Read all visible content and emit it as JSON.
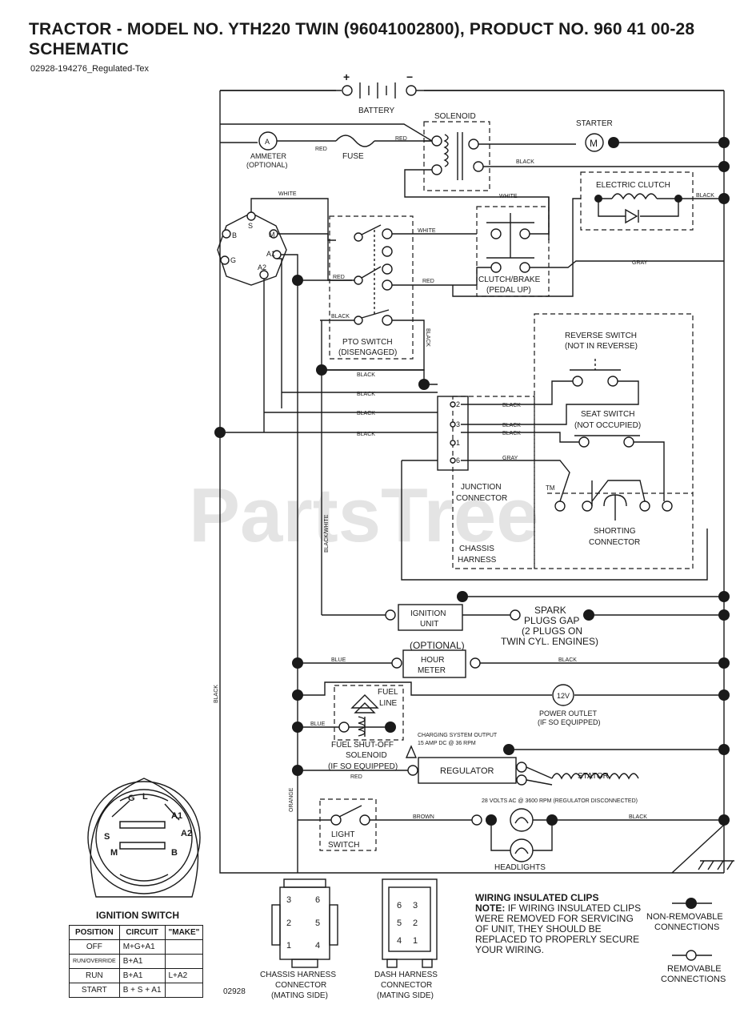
{
  "header": {
    "title_line1": "TRACTOR - MODEL NO. YTH220 TWIN (96041002800), PRODUCT NO. 960 41 00-28",
    "title_line2": "SCHEMATIC",
    "subtitle": "02928-194276_Regulated-Tex"
  },
  "watermark": "PartsTree",
  "watermark_tm": "TM",
  "components": {
    "battery": "BATTERY",
    "battery_plus": "+",
    "battery_minus": "−",
    "solenoid": "SOLENOID",
    "starter": "STARTER",
    "starter_symbol": "M",
    "ammeter_symbol": "A",
    "ammeter_1": "AMMETER",
    "ammeter_2": "(OPTIONAL)",
    "fuse": "FUSE",
    "electric_clutch": "ELECTRIC CLUTCH",
    "clutch_brake_1": "CLUTCH/BRAKE",
    "clutch_brake_2": "(PEDAL UP)",
    "pto_switch_1": "PTO SWITCH",
    "pto_switch_2": "(DISENGAGED)",
    "reverse_switch_1": "REVERSE SWITCH",
    "reverse_switch_2": "(NOT IN REVERSE)",
    "seat_switch_1": "SEAT SWITCH",
    "seat_switch_2": "(NOT OCCUPIED)",
    "junction_1": "JUNCTION",
    "junction_2": "CONNECTOR",
    "shorting_1": "SHORTING",
    "shorting_2": "CONNECTOR",
    "chassis_harness_1": "CHASSIS",
    "chassis_harness_2": "HARNESS",
    "ignition_unit_1": "IGNITION",
    "ignition_unit_2": "UNIT",
    "spark_1": "SPARK",
    "spark_2": "PLUGS GAP",
    "spark_3": "(2 PLUGS ON",
    "spark_4": "TWIN CYL. ENGINES)",
    "optional": "(OPTIONAL)",
    "hour_meter_1": "HOUR",
    "hour_meter_2": "METER",
    "fuel_line_1": "FUEL",
    "fuel_line_2": "LINE",
    "power_outlet_symbol": "12V",
    "power_outlet_1": "POWER OUTLET",
    "power_outlet_2": "(IF SO EQUIPPED)",
    "fuel_solenoid_1": "FUEL SHUT-OFF",
    "fuel_solenoid_2": "SOLENOID",
    "fuel_solenoid_3": "(IF SO EQUIPPED)",
    "charging_1": "CHARGING SYSTEM OUTPUT",
    "charging_2": "15 AMP DC @ 36 RPM",
    "regulator": "REGULATOR",
    "stator": "STATOR",
    "stator_note": "28 VOLTS AC @ 3600 RPM (REGULATOR DISCONNECTED)",
    "light_switch_1": "LIGHT",
    "light_switch_2": "SWITCH",
    "headlights": "HEADLIGHTS"
  },
  "wire_labels": {
    "red": "RED",
    "black": "BLACK",
    "white": "WHITE",
    "gray": "GRAY",
    "blue": "BLUE",
    "orange": "ORANGE",
    "brown": "BROWN",
    "black_white": "BLACK/WHITE"
  },
  "ignition_terminals": [
    "B",
    "S",
    "M",
    "A1",
    "G",
    "A2"
  ],
  "junction_pins": [
    "2",
    "3",
    "1",
    "6"
  ],
  "ignition_switch": {
    "title": "IGNITION SWITCH",
    "face_letters": [
      "G",
      "L",
      "A1",
      "S",
      "A2",
      "M",
      "B"
    ],
    "headers": [
      "POSITION",
      "CIRCUIT",
      "\"MAKE\""
    ],
    "rows": [
      {
        "position": "OFF",
        "circuit": "M+G+A1",
        "make": ""
      },
      {
        "position": "RUN/OVERRIDE",
        "circuit": "B+A1",
        "make": ""
      },
      {
        "position": "RUN",
        "circuit": "B+A1",
        "make": "L+A2"
      },
      {
        "position": "START",
        "circuit": "B + S + A1",
        "make": ""
      }
    ],
    "code": "02928"
  },
  "chassis_connector": {
    "pins": [
      "3",
      "6",
      "2",
      "5",
      "1",
      "4"
    ],
    "label_1": "CHASSIS HARNESS",
    "label_2": "CONNECTOR",
    "label_3": "(MATING SIDE)"
  },
  "dash_connector": {
    "pins": [
      "6",
      "3",
      "5",
      "2",
      "4",
      "1"
    ],
    "label_1": "DASH HARNESS",
    "label_2": "CONNECTOR",
    "label_3": "(MATING SIDE)"
  },
  "wiring_clips": {
    "title": "WIRING INSULATED CLIPS",
    "note_label": "NOTE:",
    "note_text": "IF WIRING INSULATED CLIPS WERE REMOVED FOR SERVICING OF UNIT, THEY SHOULD BE REPLACED TO PROPERLY SECURE YOUR WIRING."
  },
  "legend": {
    "non_removable_1": "NON-REMOVABLE",
    "non_removable_2": "CONNECTIONS",
    "removable_1": "REMOVABLE",
    "removable_2": "CONNECTIONS"
  }
}
